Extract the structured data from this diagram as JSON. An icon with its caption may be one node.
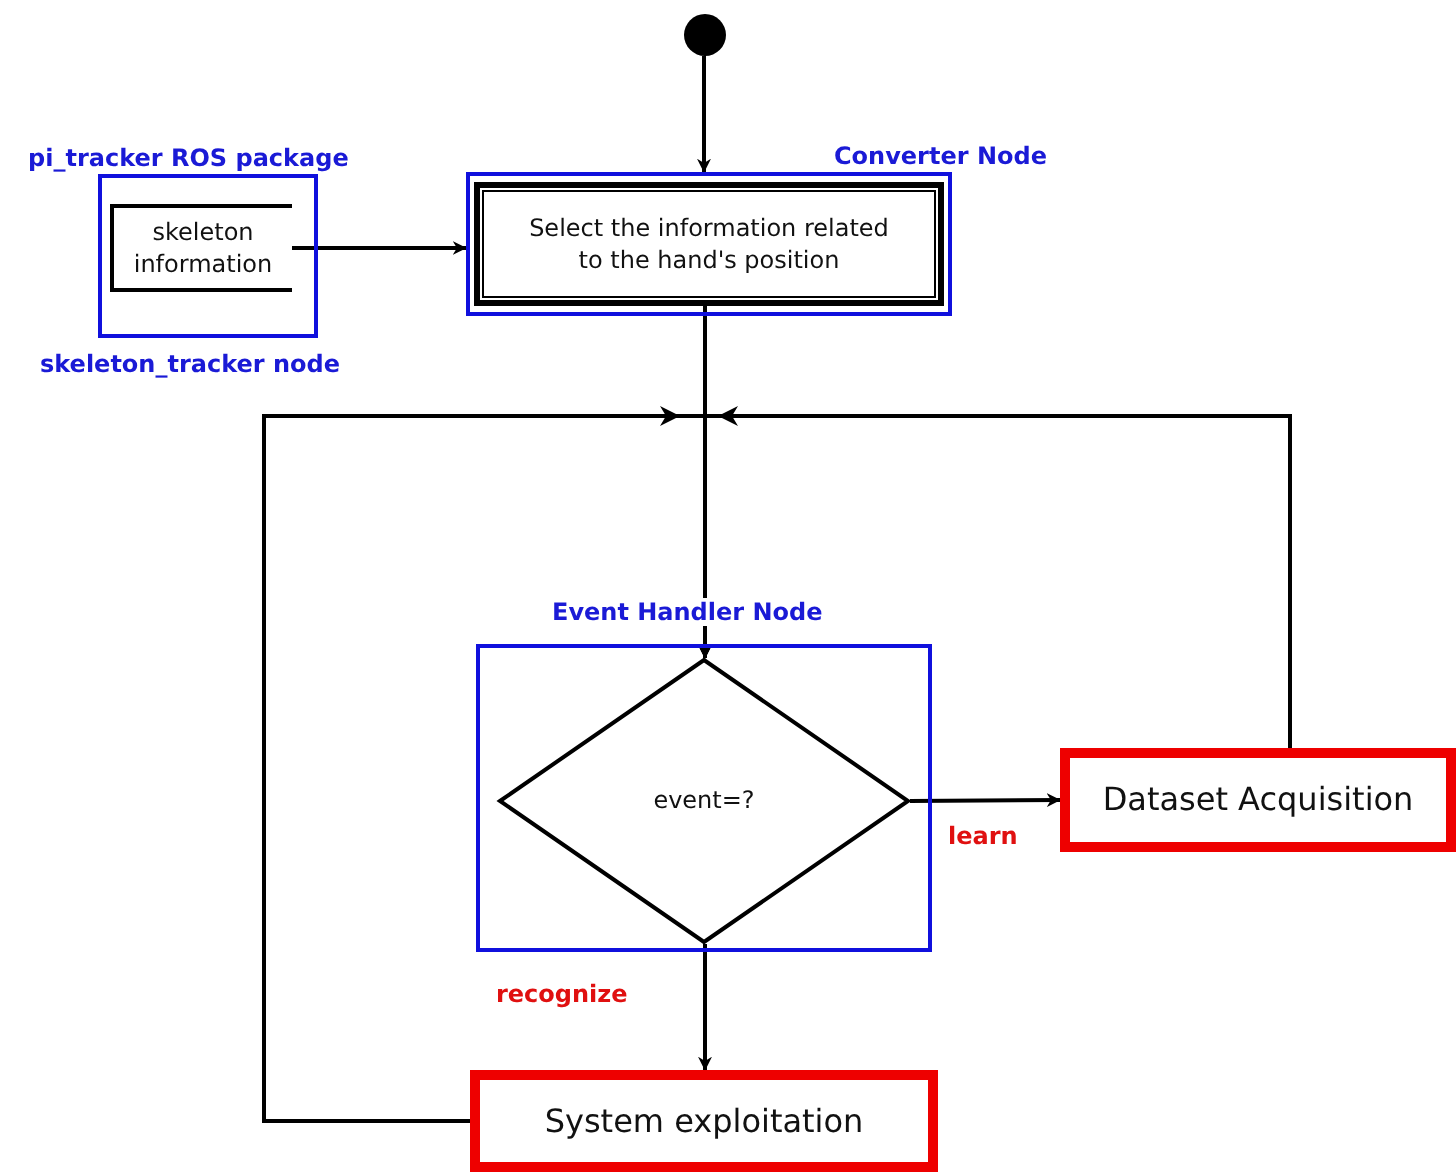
{
  "diagram": {
    "nodes": [
      {
        "text": [],
        "shape": "circle"
      },
      {
        "text": [
          "pi_tracker ROS package",
          "skeleton_tracker node"
        ]
      },
      {
        "text": [
          "skeleton information"
        ],
        "in": 1
      },
      {
        "text": [
          "Converter Node"
        ]
      },
      {
        "text": [
          "Select the information related to the hand's position"
        ],
        "in": 3
      },
      {
        "text": [
          "Event Handler Node"
        ]
      },
      {
        "text": [
          "event=?"
        ],
        "in": 5
      },
      {
        "text": [
          "Dataset Acquisition"
        ]
      },
      {
        "text": [
          "System exploitation"
        ]
      }
    ],
    "edges": [
      {
        "from": 0,
        "to": 3,
        "arrow": "to"
      },
      {
        "from": 2,
        "to": 3,
        "arrow": "to"
      },
      {
        "from": 4,
        "to": 6,
        "arrow": "to"
      },
      {
        "from": 8,
        "to": 6,
        "arrow": "to"
      },
      {
        "from": 7,
        "to": 6,
        "arrow": "to"
      },
      {
        "from": 6,
        "to": 7,
        "arrow": "to",
        "label": "learn"
      },
      {
        "from": 6,
        "to": 8,
        "arrow": "to",
        "label": "recognize"
      }
    ]
  }
}
